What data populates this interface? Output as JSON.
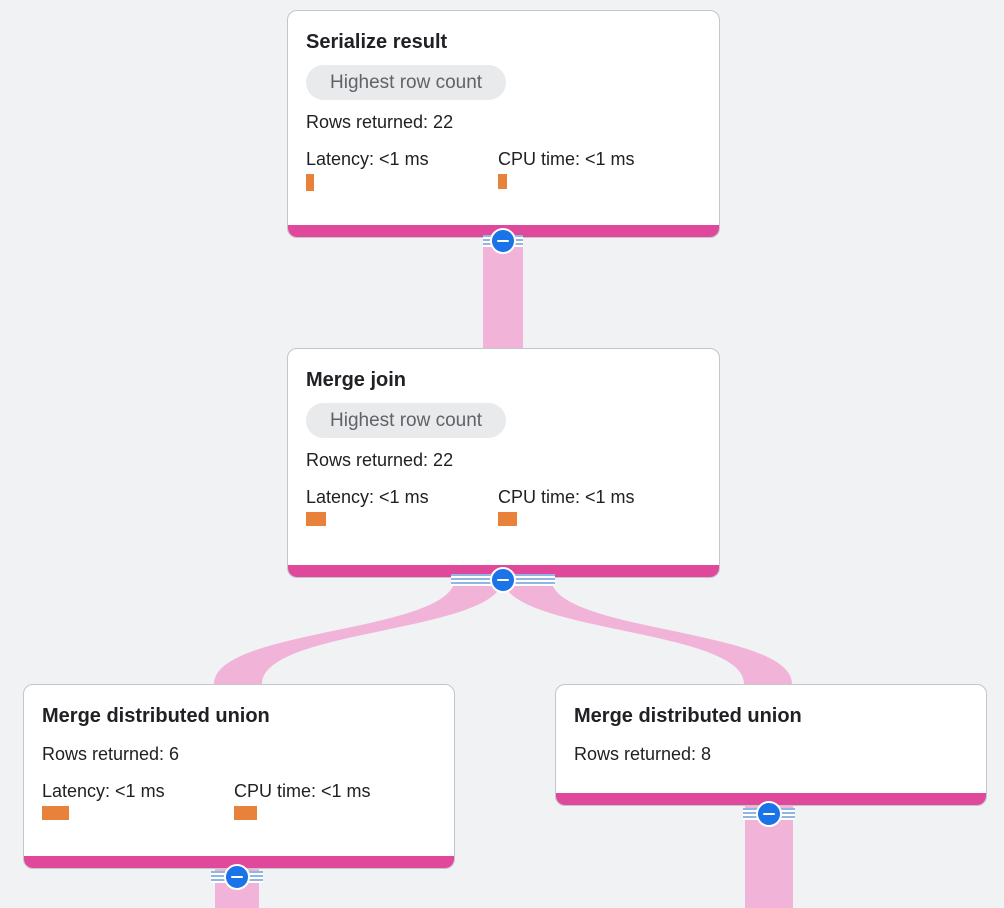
{
  "diagram": {
    "nodes": [
      {
        "title": "Serialize result",
        "badge": "Highest row count",
        "rows_returned": "Rows returned: 22",
        "latency_label": "Latency: <1 ms",
        "cpu_label": "CPU time: <1 ms"
      },
      {
        "title": "Merge join",
        "badge": "Highest row count",
        "rows_returned": "Rows returned: 22",
        "latency_label": "Latency: <1 ms",
        "cpu_label": "CPU time: <1 ms"
      },
      {
        "title": "Merge distributed union",
        "rows_returned": "Rows returned: 6",
        "latency_label": "Latency: <1 ms",
        "cpu_label": "CPU time: <1 ms"
      },
      {
        "title": "Merge distributed union",
        "rows_returned": "Rows returned: 8"
      }
    ],
    "colors": {
      "background": "#f0f2f4",
      "card_border": "#c3c6ca",
      "node_accent_pink": "#e0489c",
      "edge_pink": "#f1b4d8",
      "collapse_button_blue": "#1a73e8",
      "metric_bar_orange": "#e8813a",
      "badge_background": "#e9eaec",
      "badge_text": "#5f6368"
    },
    "icons": {
      "collapse": "minus-icon"
    }
  }
}
